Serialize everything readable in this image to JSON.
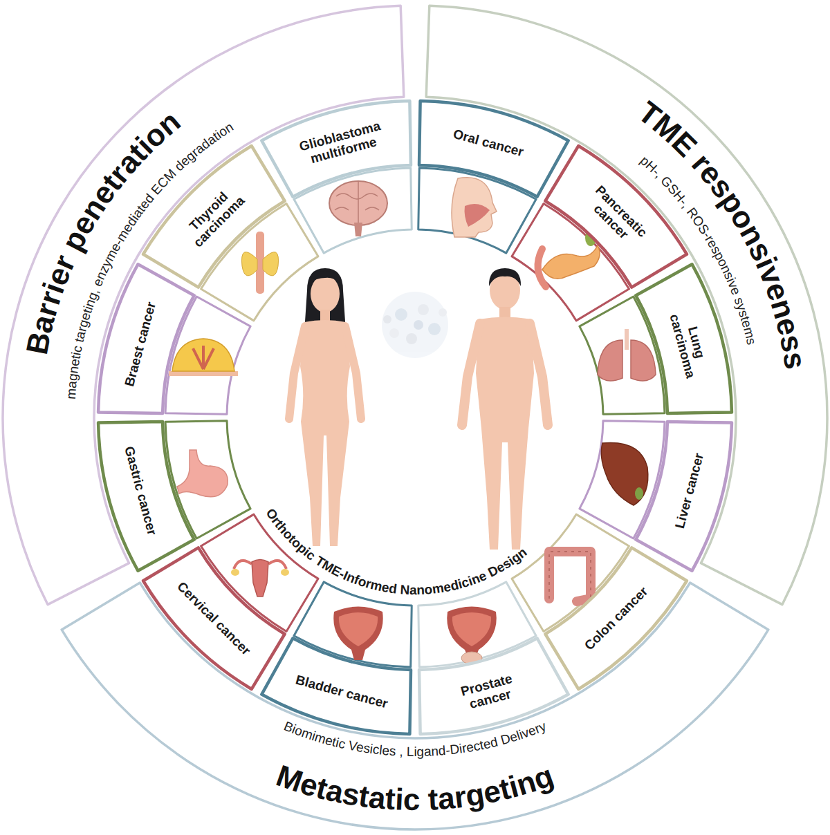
{
  "diagram": {
    "nodes": [
      {
        "text": [
          "Barrier penetration",
          "magnetic targeting, enzyme-mediated ECM degradation"
        ]
      },
      {
        "text": [
          "TME responsiveness",
          "pH-, GSH-, ROS-responsive systems"
        ]
      },
      {
        "text": [
          "Metastatic targeting",
          "Biomimetic Vesicles , Ligand-Directed Delivery"
        ]
      },
      {
        "text": [
          "Glioblastoma multiforme"
        ]
      },
      {
        "text": [
          "Oral cancer"
        ]
      },
      {
        "text": [
          "Pancreatic cancer"
        ]
      },
      {
        "text": [
          "Lung carcinoma"
        ]
      },
      {
        "text": [
          "Liver cancer"
        ]
      },
      {
        "text": [
          "Colon cancer"
        ]
      },
      {
        "text": [
          "Prostate cancer"
        ]
      },
      {
        "text": [
          "Bladder cancer"
        ]
      },
      {
        "text": [
          "Cervical cancer"
        ]
      },
      {
        "text": [
          "Gastric cancer"
        ]
      },
      {
        "text": [
          "Braest cancer"
        ]
      },
      {
        "text": [
          "Thyroid carcinoma"
        ]
      }
    ],
    "labels": [
      "Orthotopic TME-Informed Nanomedicine Design"
    ]
  }
}
